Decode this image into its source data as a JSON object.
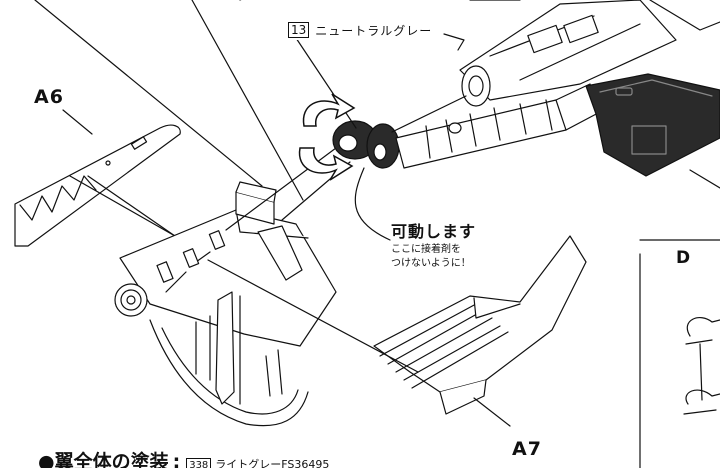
{
  "parts": {
    "a6": "A6",
    "a7": "A7"
  },
  "color_callout": {
    "number": "13",
    "name": "ニュートラルグレー"
  },
  "movable_note": {
    "title": "可動します",
    "line1": "ここに接着剤を",
    "line2": "つけないように！"
  },
  "paint_instruction": {
    "title": "●翼全体の塗装",
    "number": "338",
    "color": "ライトグレーFS36495"
  },
  "section_label": "D",
  "colors": {
    "line": "#111111",
    "dark_part": "#2a2a2a",
    "light_part": "#ffffff"
  },
  "icons": [
    "rotate-arrows-icon"
  ]
}
